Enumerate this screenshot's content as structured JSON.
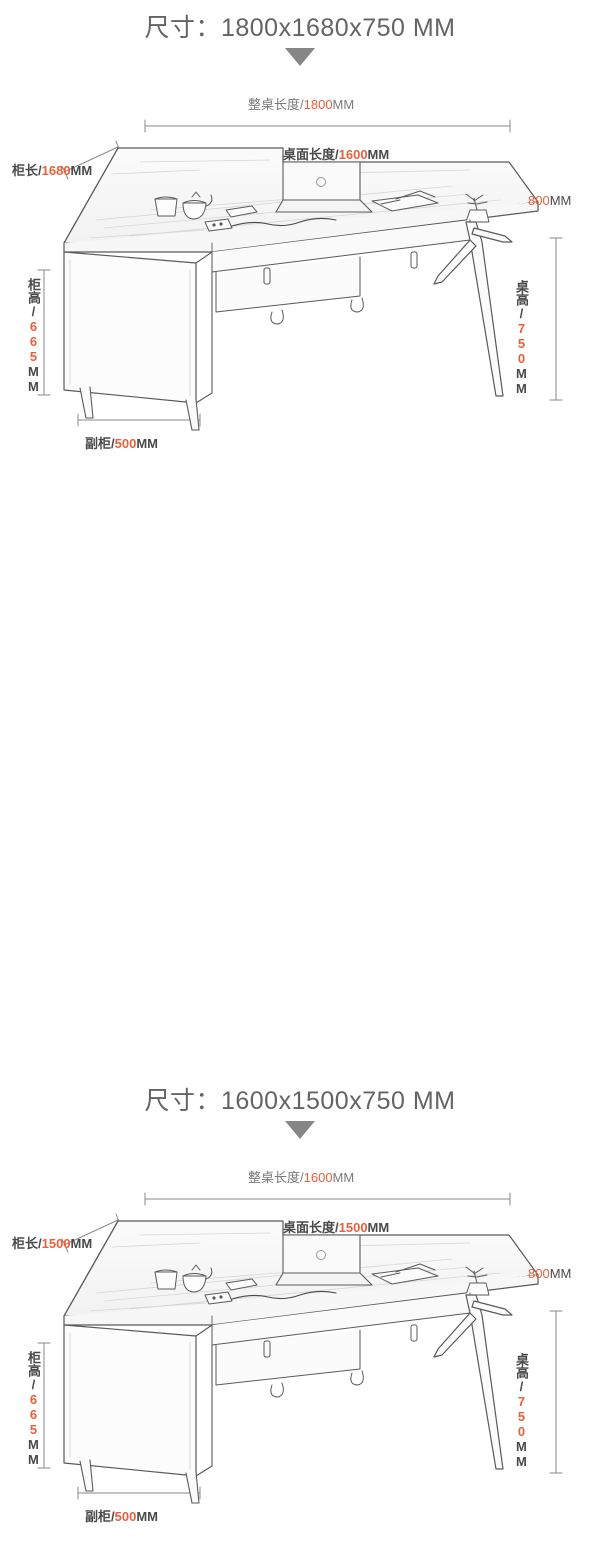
{
  "page": {
    "background_color": "#ffffff",
    "accent_color": "#e8603c",
    "text_color": "#6b6b6b"
  },
  "sections": [
    {
      "id": "section-1",
      "title": "尺寸：1800x1680x750 MM",
      "arrow_icon": "triangle-down-icon",
      "diagram": {
        "name": "l-shaped-desk-diagram",
        "alt": "L型办公桌尺寸示意图",
        "labels": {
          "full_desk_length": {
            "text": "整桌长度/",
            "value": "1800",
            "unit": "MM"
          },
          "desktop_length": {
            "text": "桌面长度/",
            "value": "1600",
            "unit": "MM"
          },
          "cabinet_length": {
            "text": "柜长/",
            "value": "1680",
            "unit": "MM"
          },
          "cabinet_height": {
            "text": "柜高/",
            "value": "665",
            "unit": "MM"
          },
          "desk_depth": {
            "text": "",
            "value": "800",
            "unit": "MM"
          },
          "desk_height": {
            "text": "桌高/",
            "value": "750",
            "unit": "MM"
          },
          "side_cabinet_width": {
            "text": "副柜/",
            "value": "500",
            "unit": "MM"
          }
        }
      }
    },
    {
      "id": "section-2",
      "title": "尺寸：1600x1500x750 MM",
      "arrow_icon": "triangle-down-icon",
      "diagram": {
        "name": "l-shaped-desk-diagram",
        "alt": "L型办公桌尺寸示意图",
        "labels": {
          "full_desk_length": {
            "text": "整桌长度/",
            "value": "1600",
            "unit": "MM"
          },
          "desktop_length": {
            "text": "桌面长度/",
            "value": "1500",
            "unit": "MM"
          },
          "cabinet_length": {
            "text": "柜长/",
            "value": "1500",
            "unit": "MM"
          },
          "cabinet_height": {
            "text": "柜高/",
            "value": "665",
            "unit": "MM"
          },
          "desk_depth": {
            "text": "",
            "value": "800",
            "unit": "MM"
          },
          "desk_height": {
            "text": "桌高/",
            "value": "750",
            "unit": "MM"
          },
          "side_cabinet_width": {
            "text": "副柜/",
            "value": "500",
            "unit": "MM"
          }
        }
      }
    }
  ]
}
